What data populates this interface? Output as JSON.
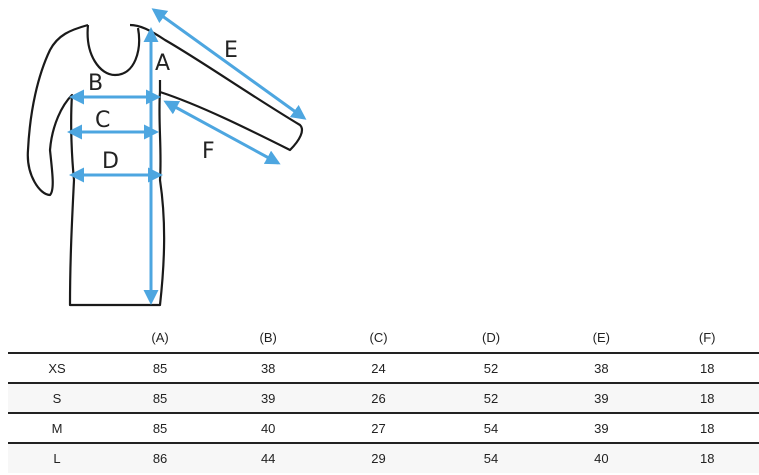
{
  "diagram": {
    "labels": [
      "A",
      "B",
      "C",
      "D",
      "E",
      "F"
    ],
    "arrow_color": "#4da6e0",
    "outline_color": "#1a1a1a"
  },
  "table": {
    "headers": [
      "",
      "(A)",
      "(B)",
      "(C)",
      "(D)",
      "(E)",
      "(F)"
    ],
    "rows": [
      [
        "XS",
        "85",
        "38",
        "24",
        "52",
        "38",
        "18"
      ],
      [
        "S",
        "85",
        "39",
        "26",
        "52",
        "39",
        "18"
      ],
      [
        "M",
        "85",
        "40",
        "27",
        "54",
        "39",
        "18"
      ],
      [
        "L",
        "86",
        "44",
        "29",
        "54",
        "40",
        "18"
      ]
    ]
  }
}
